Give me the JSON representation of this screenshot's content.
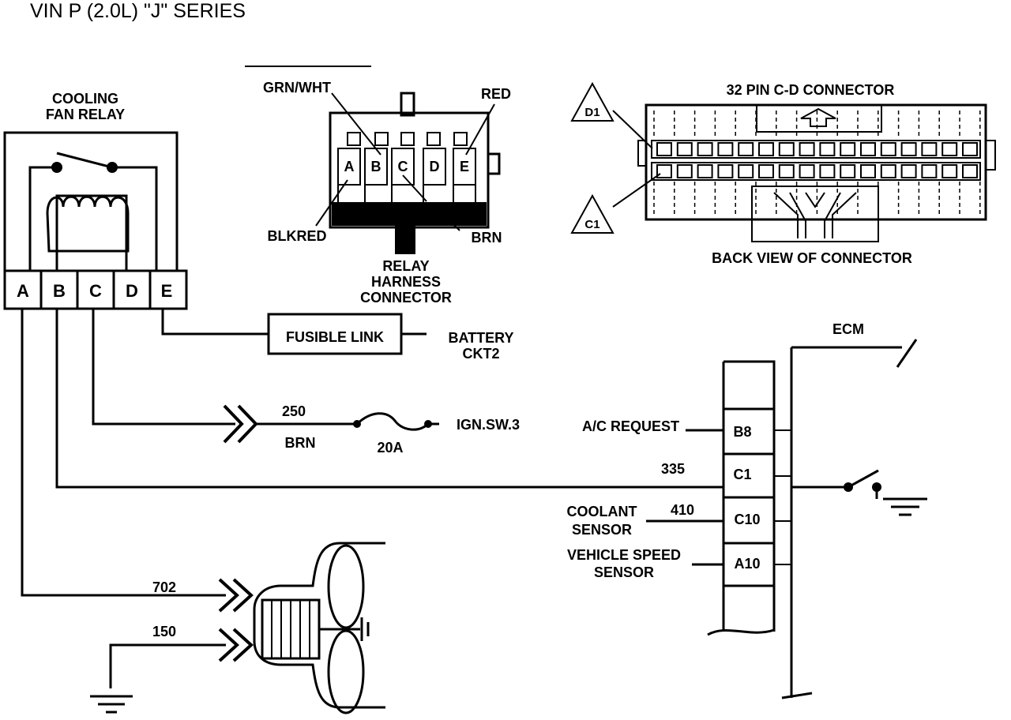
{
  "title": "VIN P (2.0L) \"J\" SERIES",
  "relay": {
    "label_line1": "COOLING",
    "label_line2": "FAN RELAY",
    "pins": [
      "A",
      "B",
      "C",
      "D",
      "E"
    ]
  },
  "harness_connector": {
    "pins": [
      "A",
      "B",
      "C",
      "D",
      "E"
    ],
    "wire_grn_wht": "GRN/WHT",
    "wire_red": "RED",
    "wire_blk_red": "BLKRED",
    "wire_brn": "BRN",
    "label_line1": "RELAY",
    "label_line2": "HARNESS",
    "label_line3": "CONNECTOR"
  },
  "cd_connector": {
    "title": "32 PIN C-D  CONNECTOR",
    "caption": "BACK VIEW OF CONNECTOR",
    "marker_d1": "D1",
    "marker_c1": "C1"
  },
  "fusible_link": {
    "label": "FUSIBLE LINK",
    "battery_line1": "BATTERY",
    "battery_line2": "CKT2"
  },
  "ignition_circuit": {
    "circuit": "250",
    "color": "BRN",
    "fuse": "20A",
    "source": "IGN.SW.3"
  },
  "ecm": {
    "label": "ECM",
    "pins": [
      {
        "id": "B8",
        "signal_line1": "A/C REQUEST",
        "signal_line2": "",
        "circuit": ""
      },
      {
        "id": "C1",
        "signal_line1": "",
        "signal_line2": "",
        "circuit": "335"
      },
      {
        "id": "C10",
        "signal_line1": "COOLANT",
        "signal_line2": "SENSOR",
        "circuit": "410"
      },
      {
        "id": "A10",
        "signal_line1": "VEHICLE SPEED",
        "signal_line2": "SENSOR",
        "circuit": ""
      }
    ]
  },
  "fan_motor": {
    "circuit_feed": "702",
    "circuit_ground": "150"
  }
}
